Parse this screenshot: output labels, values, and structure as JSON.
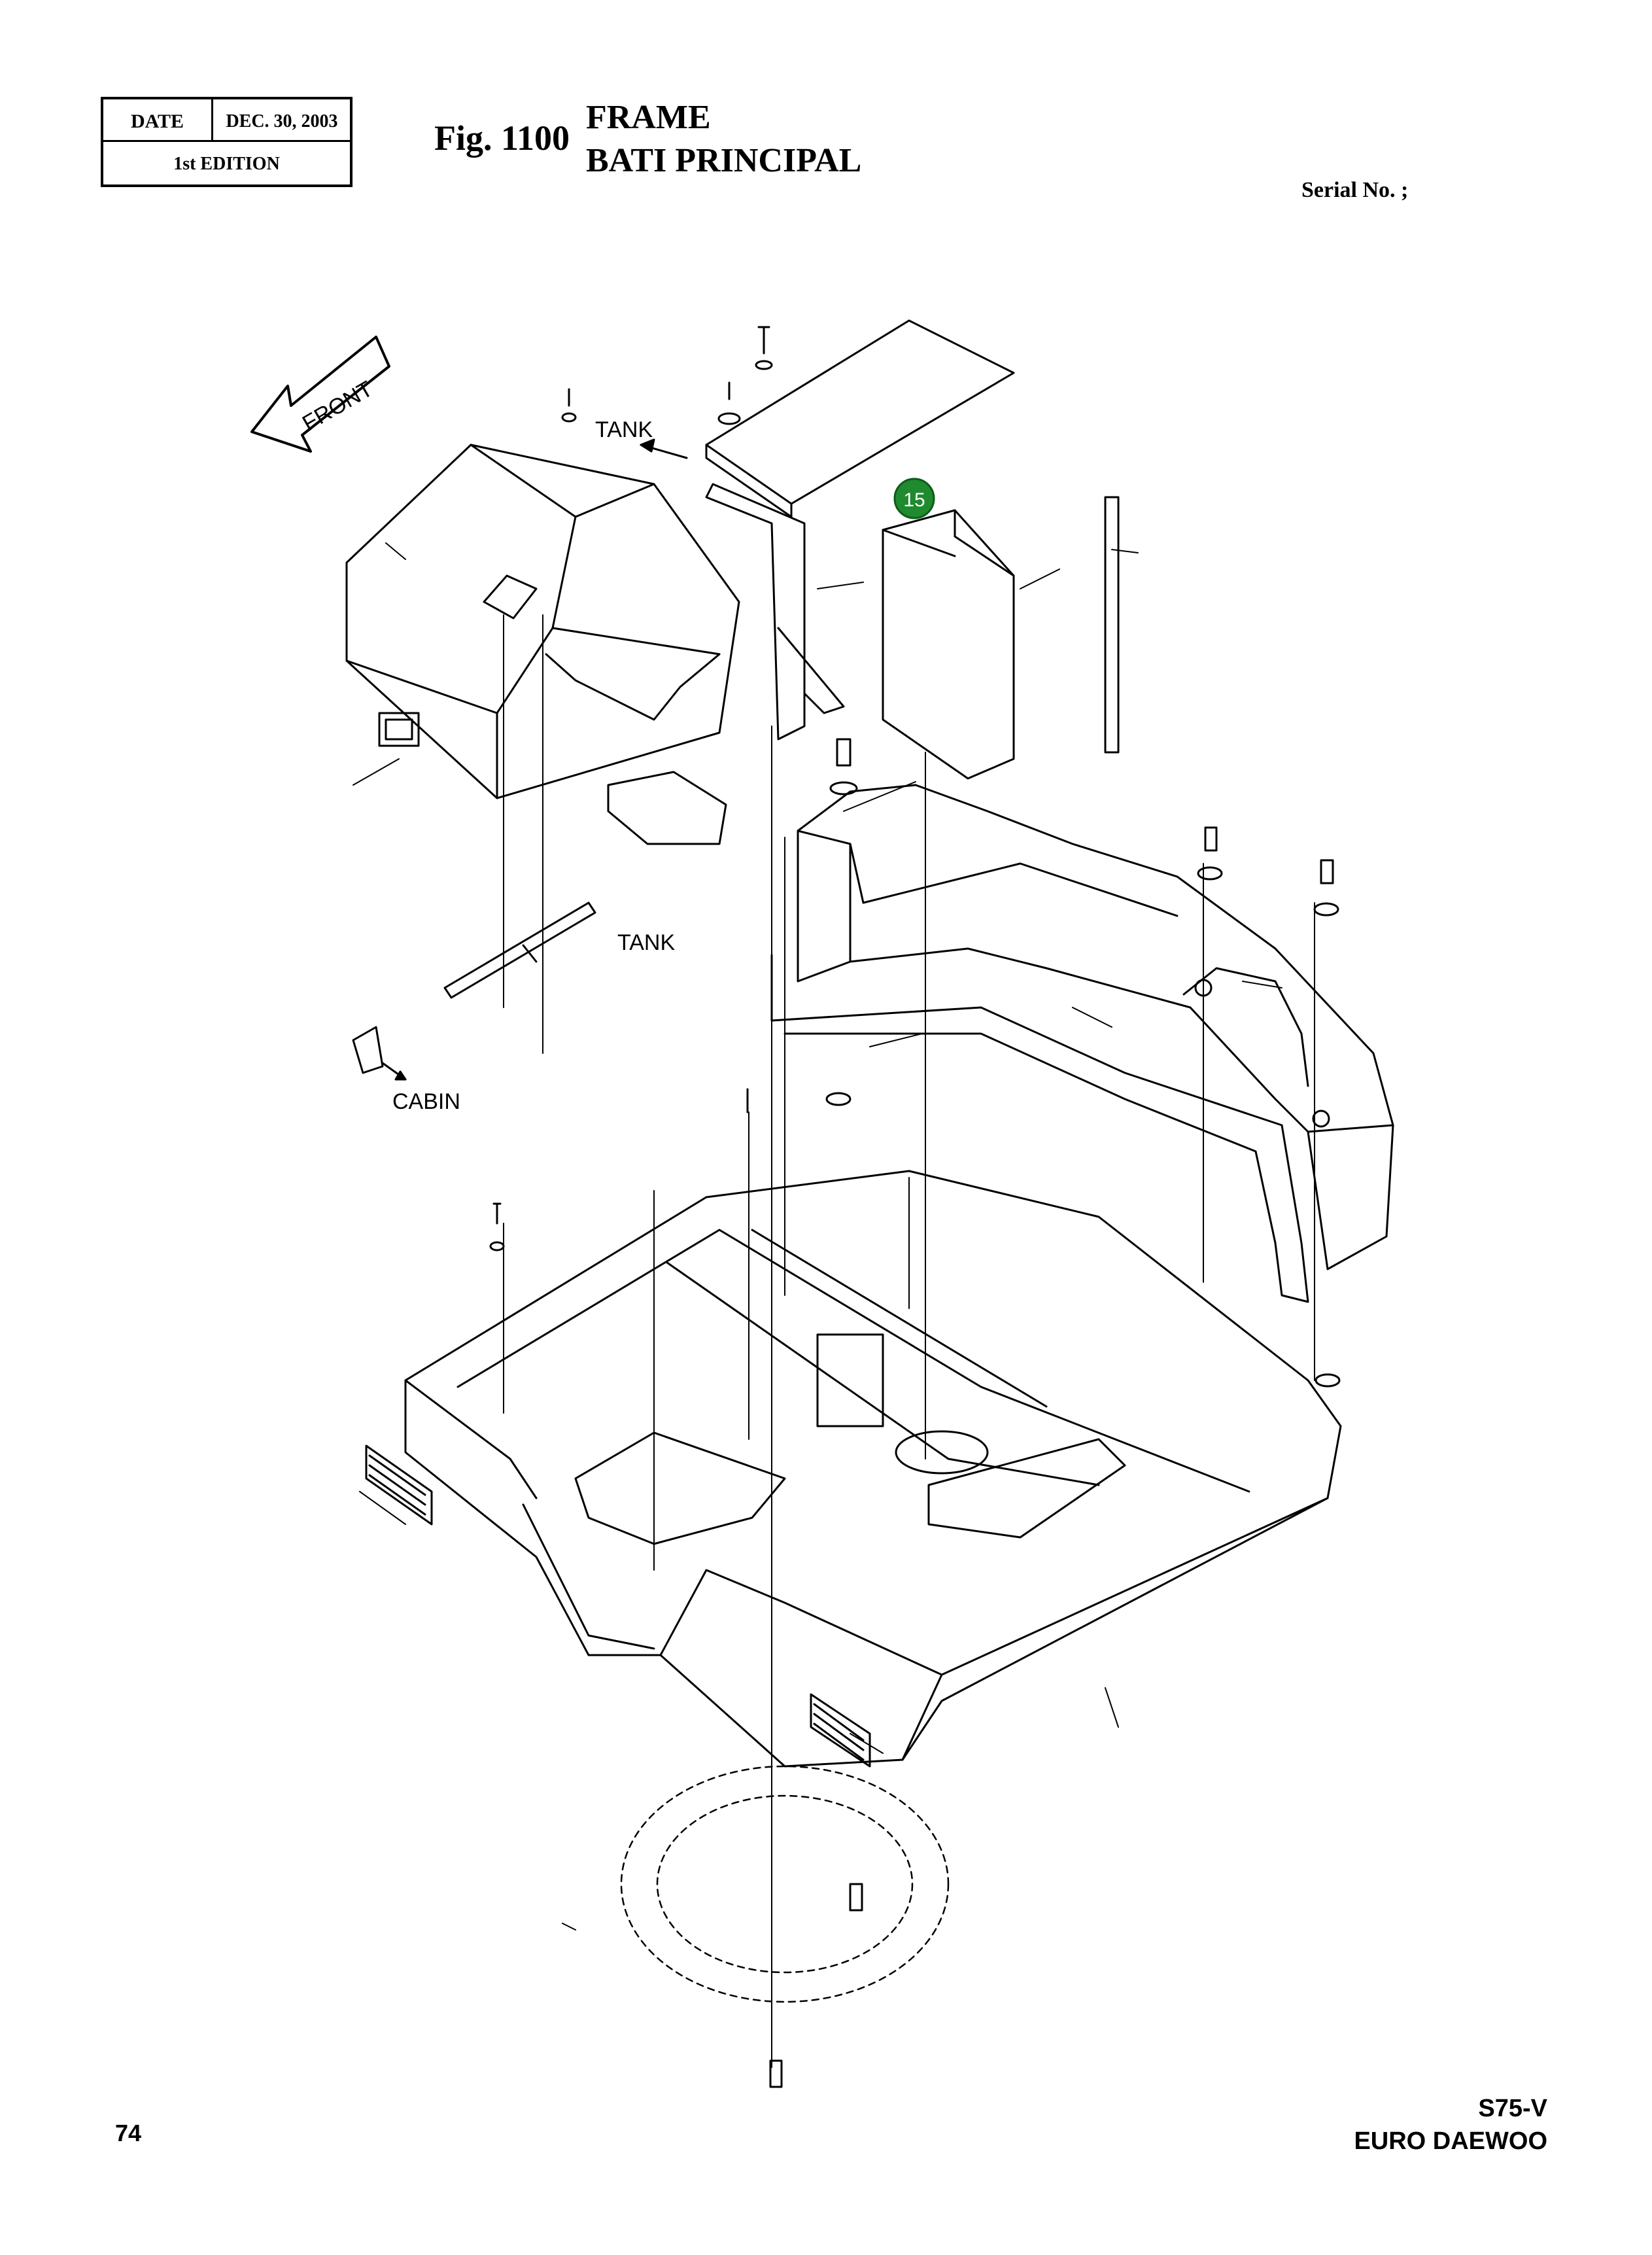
{
  "header": {
    "date_label": "DATE",
    "date_value": "DEC. 30, 2003",
    "edition": "1st EDITION",
    "fig_number": "Fig. 1100",
    "title_en": "FRAME",
    "title_fr": "BATI PRINCIPAL",
    "serial": "Serial No. ;"
  },
  "diagram": {
    "front_label": "FRONT",
    "tank_label_1": "TANK",
    "tank_label_2": "TANK",
    "cabin_label": "CABIN",
    "callout": {
      "number": "15",
      "color": "#1f8a2e"
    }
  },
  "footer": {
    "page_number": "74",
    "model": "S75-V",
    "brand": "EURO DAEWOO"
  }
}
